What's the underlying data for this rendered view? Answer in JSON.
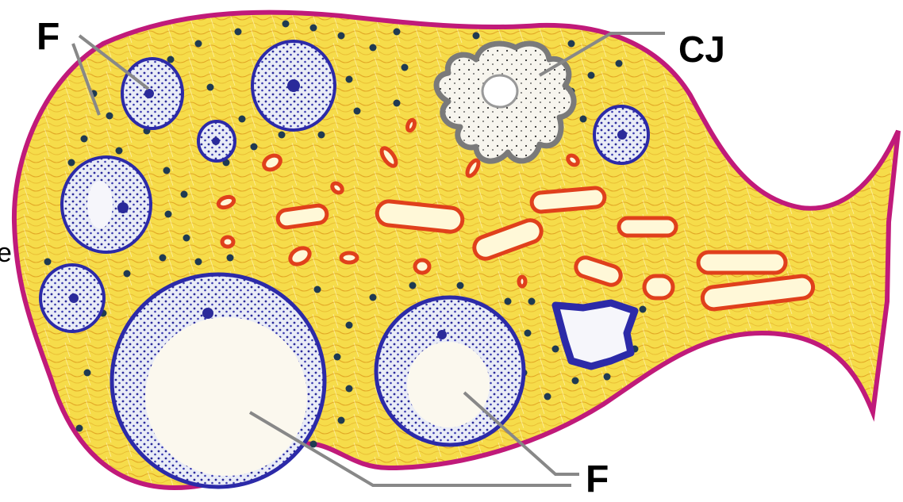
{
  "labels": {
    "follicle_top_left": "F",
    "corpus": "CJ",
    "follicle_bottom": "F",
    "edge_fragment": "e"
  },
  "colors": {
    "capsule": "#c01a7a",
    "stroma": "#f3d23a",
    "stroma_fiber": "#e0a020",
    "follicle_outline": "#2c2aa8",
    "follicle_dots": "#2a2a9a",
    "vessel": "#e0401c",
    "stroma_cell": "#1f3a52",
    "corpus_outline": "#7a7a7a",
    "leader_line": "#888888"
  }
}
